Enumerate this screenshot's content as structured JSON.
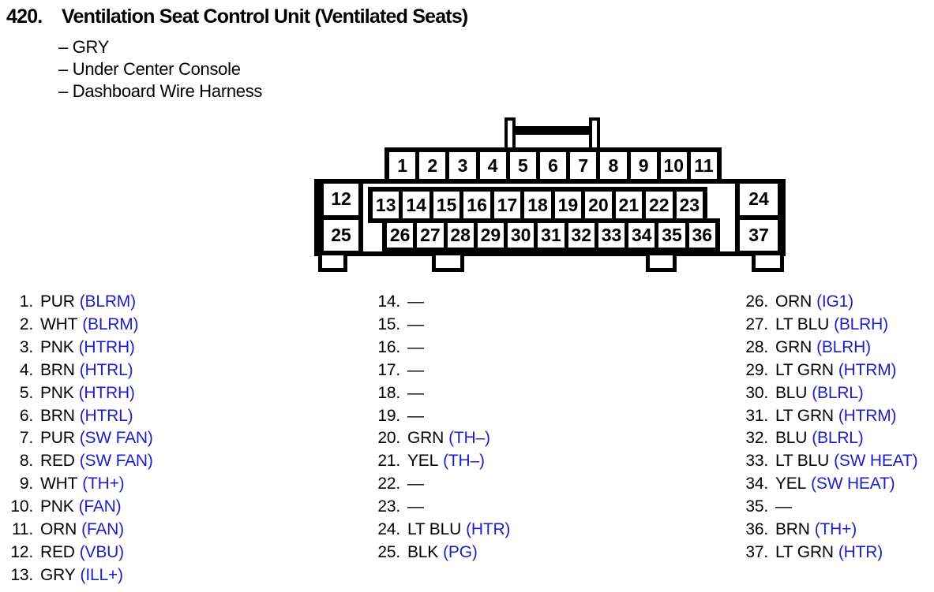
{
  "title": {
    "number": "420.",
    "text": "Ventilation Seat Control Unit (Ventilated Seats)"
  },
  "details": [
    "– GRY",
    "– Under Center Console",
    "– Dashboard Wire Harness"
  ],
  "connector": {
    "top_row": [
      "1",
      "2",
      "3",
      "4",
      "5",
      "6",
      "7",
      "8",
      "9",
      "10",
      "11"
    ],
    "middle_row": [
      "13",
      "14",
      "15",
      "16",
      "17",
      "18",
      "19",
      "20",
      "21",
      "22",
      "23"
    ],
    "bottom_row": [
      "26",
      "27",
      "28",
      "29",
      "30",
      "31",
      "32",
      "33",
      "34",
      "35",
      "36"
    ],
    "left_column": [
      "12",
      "25"
    ],
    "right_column": [
      "24",
      "37"
    ]
  },
  "pin_list": {
    "column1": [
      {
        "num": "1.",
        "color": "PUR",
        "func": "(BLRM)"
      },
      {
        "num": "2.",
        "color": "WHT",
        "func": "(BLRM)"
      },
      {
        "num": "3.",
        "color": "PNK",
        "func": "(HTRH)"
      },
      {
        "num": "4.",
        "color": "BRN",
        "func": "(HTRL)"
      },
      {
        "num": "5.",
        "color": "PNK",
        "func": "(HTRH)"
      },
      {
        "num": "6.",
        "color": "BRN",
        "func": "(HTRL)"
      },
      {
        "num": "7.",
        "color": "PUR",
        "func": "(SW FAN)"
      },
      {
        "num": "8.",
        "color": "RED",
        "func": "(SW FAN)"
      },
      {
        "num": "9.",
        "color": "WHT",
        "func": "(TH+)"
      },
      {
        "num": "10.",
        "color": "PNK",
        "func": "(FAN)"
      },
      {
        "num": "11.",
        "color": "ORN",
        "func": "(FAN)"
      },
      {
        "num": "12.",
        "color": "RED",
        "func": "(VBU)"
      },
      {
        "num": "13.",
        "color": "GRY",
        "func": "(ILL+)"
      }
    ],
    "column2": [
      {
        "num": "14.",
        "color": "—",
        "func": ""
      },
      {
        "num": "15.",
        "color": "—",
        "func": ""
      },
      {
        "num": "16.",
        "color": "—",
        "func": ""
      },
      {
        "num": "17.",
        "color": "—",
        "func": ""
      },
      {
        "num": "18.",
        "color": "—",
        "func": ""
      },
      {
        "num": "19.",
        "color": "—",
        "func": ""
      },
      {
        "num": "20.",
        "color": "GRN",
        "func": "(TH–)"
      },
      {
        "num": "21.",
        "color": "YEL",
        "func": "(TH–)"
      },
      {
        "num": "22.",
        "color": "—",
        "func": ""
      },
      {
        "num": "23.",
        "color": "—",
        "func": ""
      },
      {
        "num": "24.",
        "color": "LT BLU",
        "func": "(HTR)"
      },
      {
        "num": "25.",
        "color": "BLK",
        "func": "(PG)"
      }
    ],
    "column3": [
      {
        "num": "26.",
        "color": "ORN",
        "func": "(IG1)"
      },
      {
        "num": "27.",
        "color": "LT BLU",
        "func": "(BLRH)"
      },
      {
        "num": "28.",
        "color": "GRN",
        "func": "(BLRH)"
      },
      {
        "num": "29.",
        "color": "LT GRN",
        "func": "(HTRM)"
      },
      {
        "num": "30.",
        "color": "BLU",
        "func": "(BLRL)"
      },
      {
        "num": "31.",
        "color": "LT GRN",
        "func": "(HTRM)"
      },
      {
        "num": "32.",
        "color": "BLU",
        "func": "(BLRL)"
      },
      {
        "num": "33.",
        "color": "LT BLU",
        "func": "(SW HEAT)"
      },
      {
        "num": "34.",
        "color": "YEL",
        "func": "(SW HEAT)"
      },
      {
        "num": "35.",
        "color": "—",
        "func": ""
      },
      {
        "num": "36.",
        "color": "BRN",
        "func": "(TH+)"
      },
      {
        "num": "37.",
        "color": "LT GRN",
        "func": "(HTR)"
      }
    ]
  },
  "colors": {
    "function_code_blue": "#1e1ec8",
    "diagram_black": "#000000",
    "background_white": "#ffffff"
  }
}
